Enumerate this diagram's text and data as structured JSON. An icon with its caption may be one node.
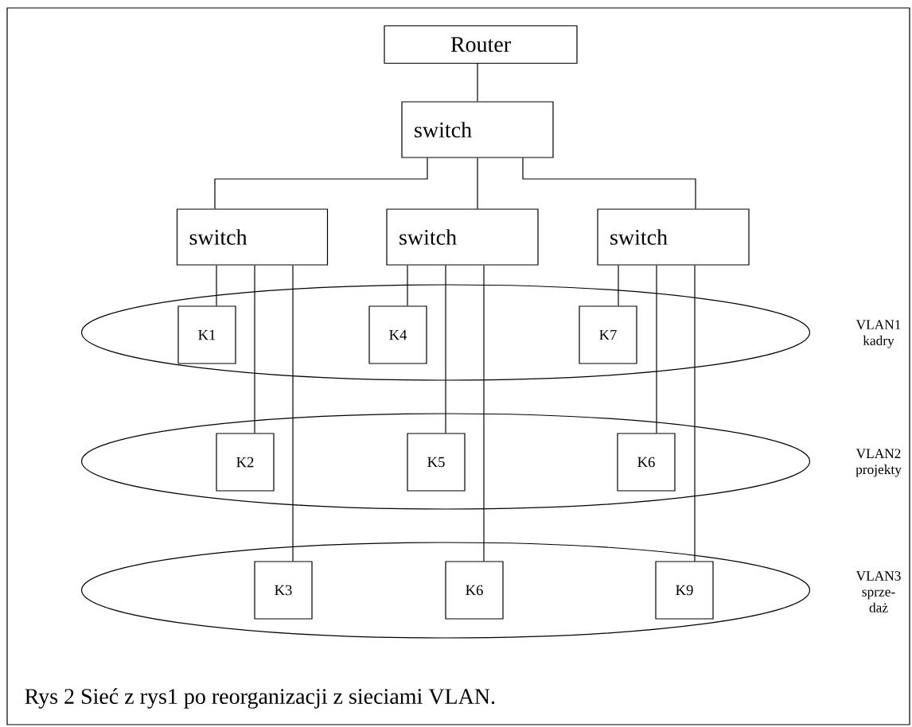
{
  "diagram": {
    "caption": "Rys 2 Sieć z rys1 po reorganizacji z sieciami VLAN.",
    "nodes": [
      {
        "text": [
          "Router"
        ]
      },
      {
        "text": [
          "switch"
        ]
      },
      {
        "text": [
          "switch"
        ]
      },
      {
        "text": [
          "switch"
        ]
      },
      {
        "text": [
          "switch"
        ]
      },
      {
        "text": [],
        "shape": "ellipse",
        "beside": [
          "VLAN1 kadry"
        ]
      },
      {
        "text": [
          "K1"
        ],
        "in": 5
      },
      {
        "text": [
          "K4"
        ],
        "in": 5
      },
      {
        "text": [
          "K7"
        ],
        "in": 5
      },
      {
        "text": [],
        "shape": "ellipse",
        "beside": [
          "VLAN2 projekty"
        ]
      },
      {
        "text": [
          "K2"
        ],
        "in": 9
      },
      {
        "text": [
          "K5"
        ],
        "in": 9
      },
      {
        "text": [
          "K6"
        ],
        "in": 9
      },
      {
        "text": [],
        "shape": "ellipse",
        "beside": [
          "VLAN3 sprze- daż"
        ]
      },
      {
        "text": [
          "K3"
        ],
        "in": 13
      },
      {
        "text": [
          "K6"
        ],
        "in": 13
      },
      {
        "text": [
          "K9"
        ],
        "in": 13
      }
    ],
    "edges": [
      {
        "from": 0,
        "to": 1,
        "arrow": "none"
      },
      {
        "from": 1,
        "to": 2,
        "arrow": "none"
      },
      {
        "from": 1,
        "to": 3,
        "arrow": "none"
      },
      {
        "from": 1,
        "to": 4,
        "arrow": "none"
      },
      {
        "from": 2,
        "to": 6,
        "arrow": "none"
      },
      {
        "from": 2,
        "to": 10,
        "arrow": "none"
      },
      {
        "from": 2,
        "to": 14,
        "arrow": "none"
      },
      {
        "from": 3,
        "to": 7,
        "arrow": "none"
      },
      {
        "from": 3,
        "to": 11,
        "arrow": "none"
      },
      {
        "from": 3,
        "to": 15,
        "arrow": "none"
      },
      {
        "from": 4,
        "to": 8,
        "arrow": "none"
      },
      {
        "from": 4,
        "to": 12,
        "arrow": "none"
      },
      {
        "from": 4,
        "to": 16,
        "arrow": "none"
      }
    ]
  }
}
